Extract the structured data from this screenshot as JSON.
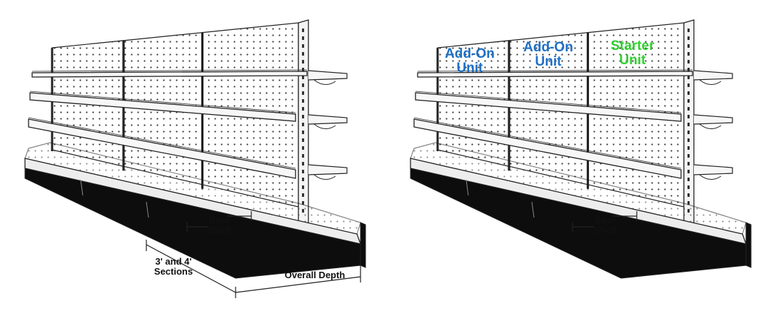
{
  "left_diagram": {
    "labels": {
      "base_shelf": "Base\nShelf",
      "sections": "3' and 4'\nSections",
      "overall_depth": "Overall Depth"
    }
  },
  "right_diagram": {
    "labels": {
      "base_shelf": "Base\nShelf",
      "add_on_unit_1": "Add-On\nUnit",
      "add_on_unit_2": "Add-On\nUnit",
      "starter_unit": "Starter\nUnit"
    }
  },
  "colors": {
    "add_on_label": "#1f6fc5",
    "starter_label": "#2fcf2f",
    "line": "#222222",
    "base_kick": "#0d0d0d"
  }
}
